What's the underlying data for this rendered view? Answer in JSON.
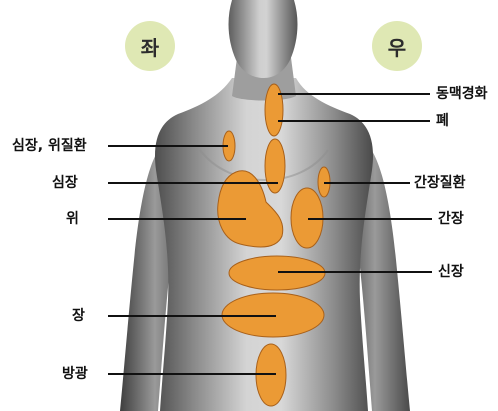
{
  "side_labels": {
    "left": "좌",
    "right": "우"
  },
  "labels": {
    "aorta": "동맥경화",
    "lung": "폐",
    "heart_stomach_disease": "심장, 위질환",
    "liver_disease": "간장질환",
    "heart": "심장",
    "stomach": "위",
    "liver": "간장",
    "kidney": "신장",
    "intestine": "장",
    "bladder": "방광"
  },
  "colors": {
    "badge_fill": "#dfe8b4",
    "organ_fill": "#eb9a35",
    "organ_stroke": "#a8601a",
    "body_light": "#c8c8c8",
    "body_dark": "#5a5a5a",
    "leader_line": "#111111"
  }
}
